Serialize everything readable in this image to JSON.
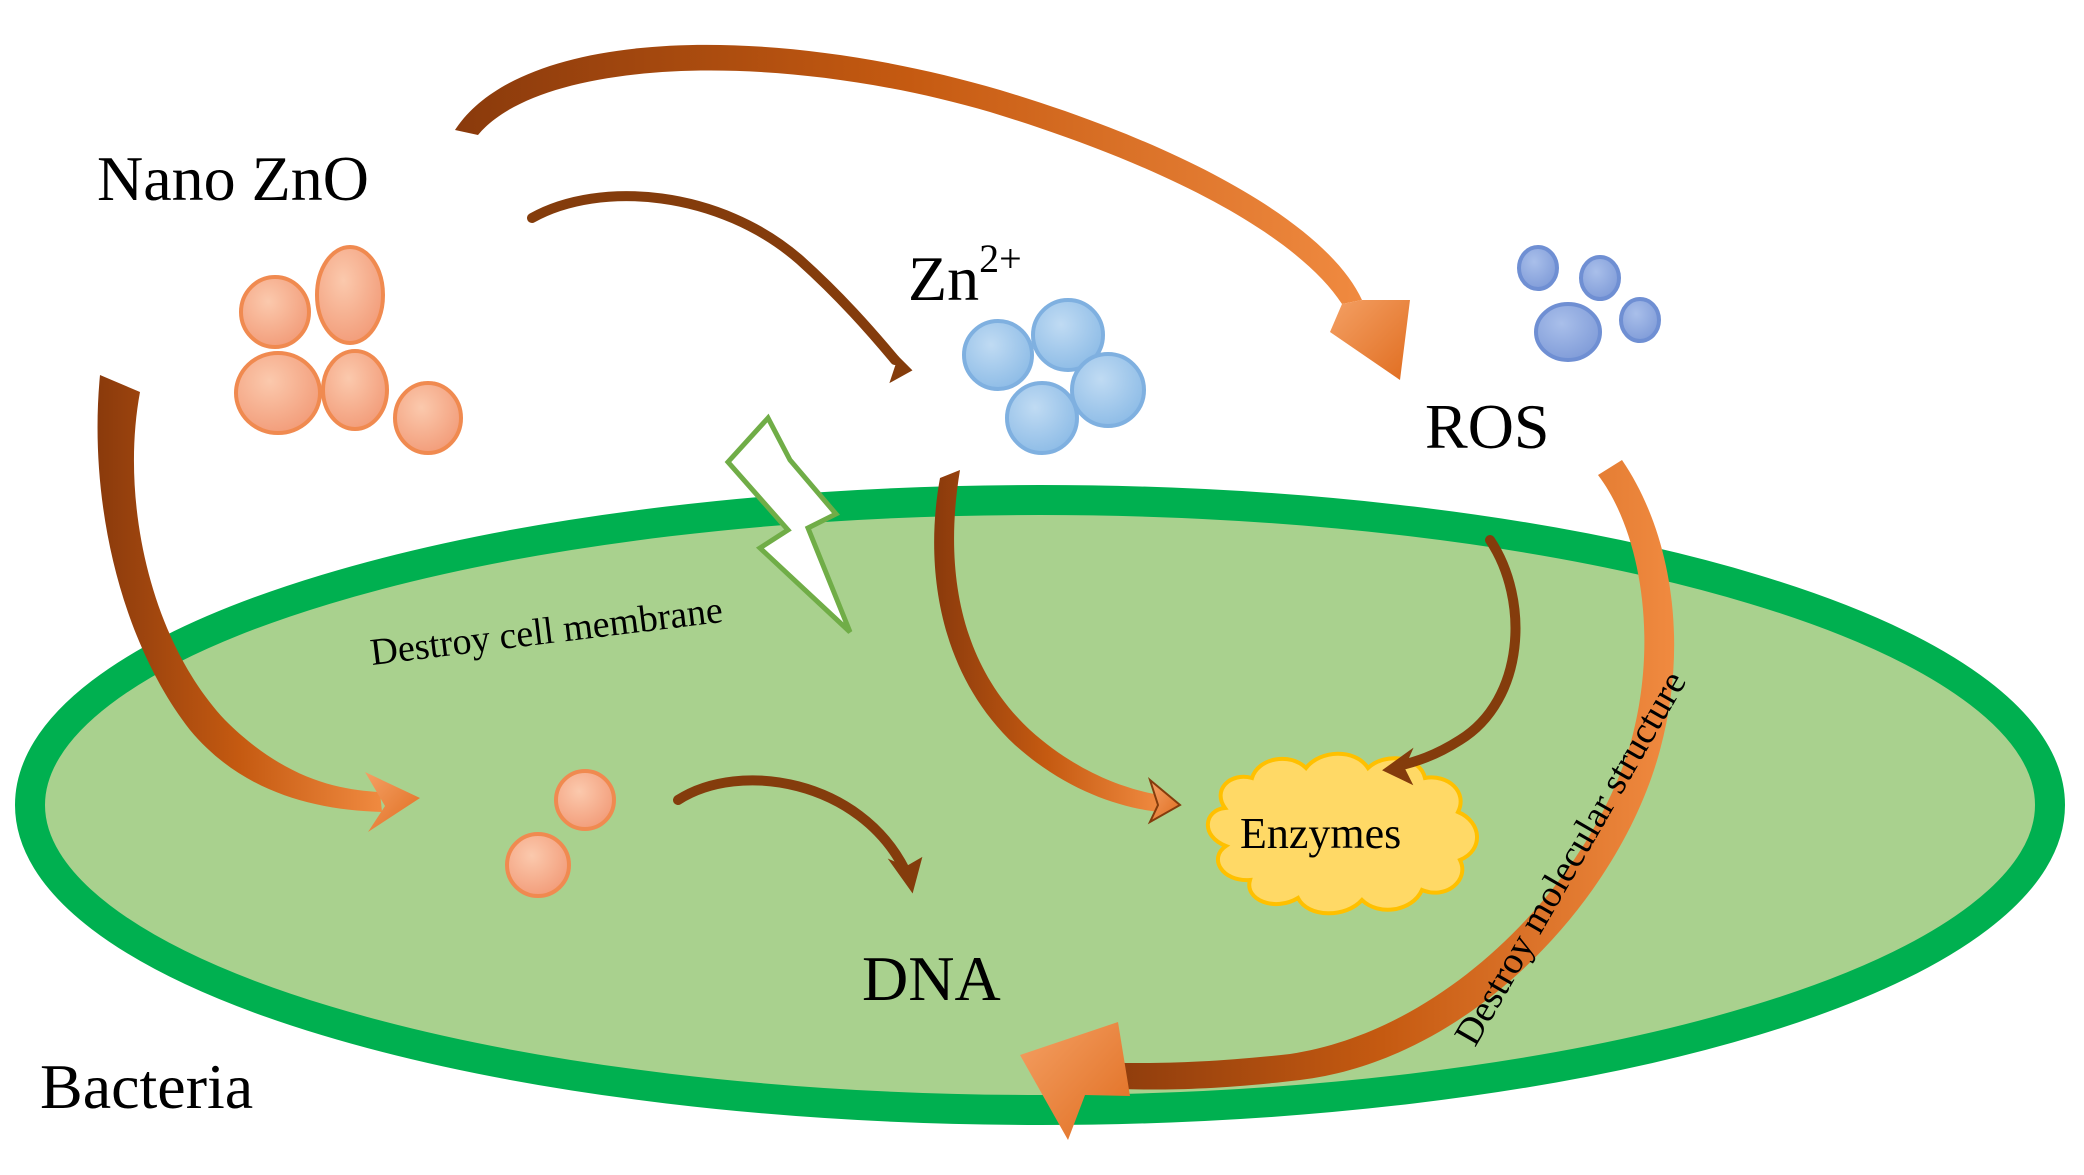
{
  "labels": {
    "nano_zno": "Nano ZnO",
    "zn_base": "Zn",
    "zn_charge": "2+",
    "ros": "ROS",
    "destroy_membrane": "Destroy cell membrane",
    "enzymes": "Enzymes",
    "dna": "DNA",
    "destroy_molecular": "Destroy molecular structure",
    "bacteria": "Bacteria"
  },
  "colors": {
    "cell_fill": "#a9d18e",
    "cell_border": "#00b050",
    "nano_zno_particle": "#f4a582",
    "zn_ion": "#9dc3e6",
    "ros_particle": "#8faadc",
    "enzyme_fill": "#ffd966",
    "arrow_thick": "#c55a11",
    "arrow_head": "#ed7d31",
    "arrow_thin": "#843c0c"
  }
}
